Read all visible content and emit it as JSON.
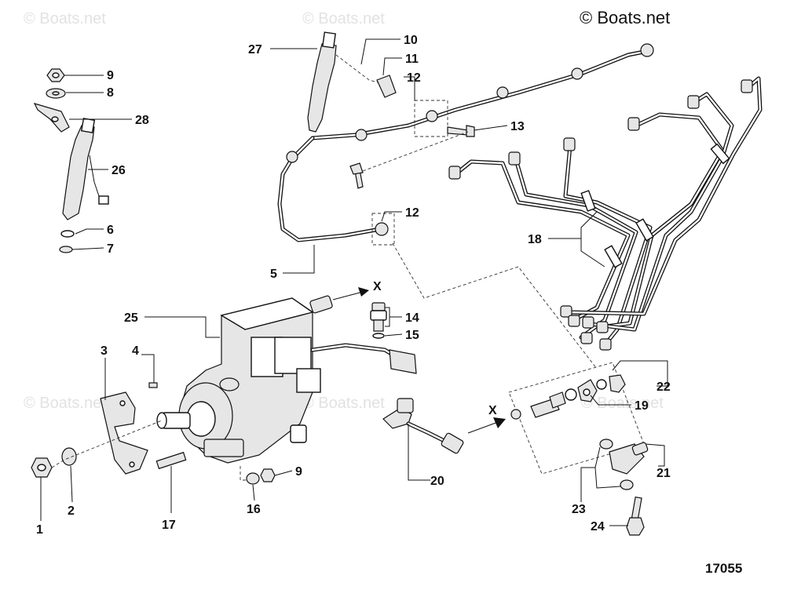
{
  "header": {
    "copyright": "© Boats.net"
  },
  "watermarks": [
    "© Boats.net",
    "© Boats.net",
    "© Boats.net",
    "© Boats.net",
    "© Boats.net"
  ],
  "figure_number": "17055",
  "callouts": [
    {
      "id": "c27",
      "label": "27"
    },
    {
      "id": "c10",
      "label": "10"
    },
    {
      "id": "c11",
      "label": "11"
    },
    {
      "id": "c12a",
      "label": "12"
    },
    {
      "id": "c13",
      "label": "13"
    },
    {
      "id": "c9a",
      "label": "9"
    },
    {
      "id": "c8",
      "label": "8"
    },
    {
      "id": "c28",
      "label": "28"
    },
    {
      "id": "c26",
      "label": "26"
    },
    {
      "id": "c6",
      "label": "6"
    },
    {
      "id": "c7",
      "label": "7"
    },
    {
      "id": "c12b",
      "label": "12"
    },
    {
      "id": "c18",
      "label": "18"
    },
    {
      "id": "c5",
      "label": "5"
    },
    {
      "id": "c25",
      "label": "25"
    },
    {
      "id": "c14",
      "label": "14"
    },
    {
      "id": "c15",
      "label": "15"
    },
    {
      "id": "c3",
      "label": "3"
    },
    {
      "id": "c4",
      "label": "4"
    },
    {
      "id": "c22",
      "label": "22"
    },
    {
      "id": "c19",
      "label": "19"
    },
    {
      "id": "c9b",
      "label": "9"
    },
    {
      "id": "c20",
      "label": "20"
    },
    {
      "id": "c21",
      "label": "21"
    },
    {
      "id": "c23",
      "label": "23"
    },
    {
      "id": "c1",
      "label": "1"
    },
    {
      "id": "c2",
      "label": "2"
    },
    {
      "id": "c17",
      "label": "17"
    },
    {
      "id": "c16",
      "label": "16"
    },
    {
      "id": "c24",
      "label": "24"
    }
  ],
  "connection_marks": [
    {
      "id": "x1",
      "label": "X"
    },
    {
      "id": "x2",
      "label": "X"
    }
  ]
}
